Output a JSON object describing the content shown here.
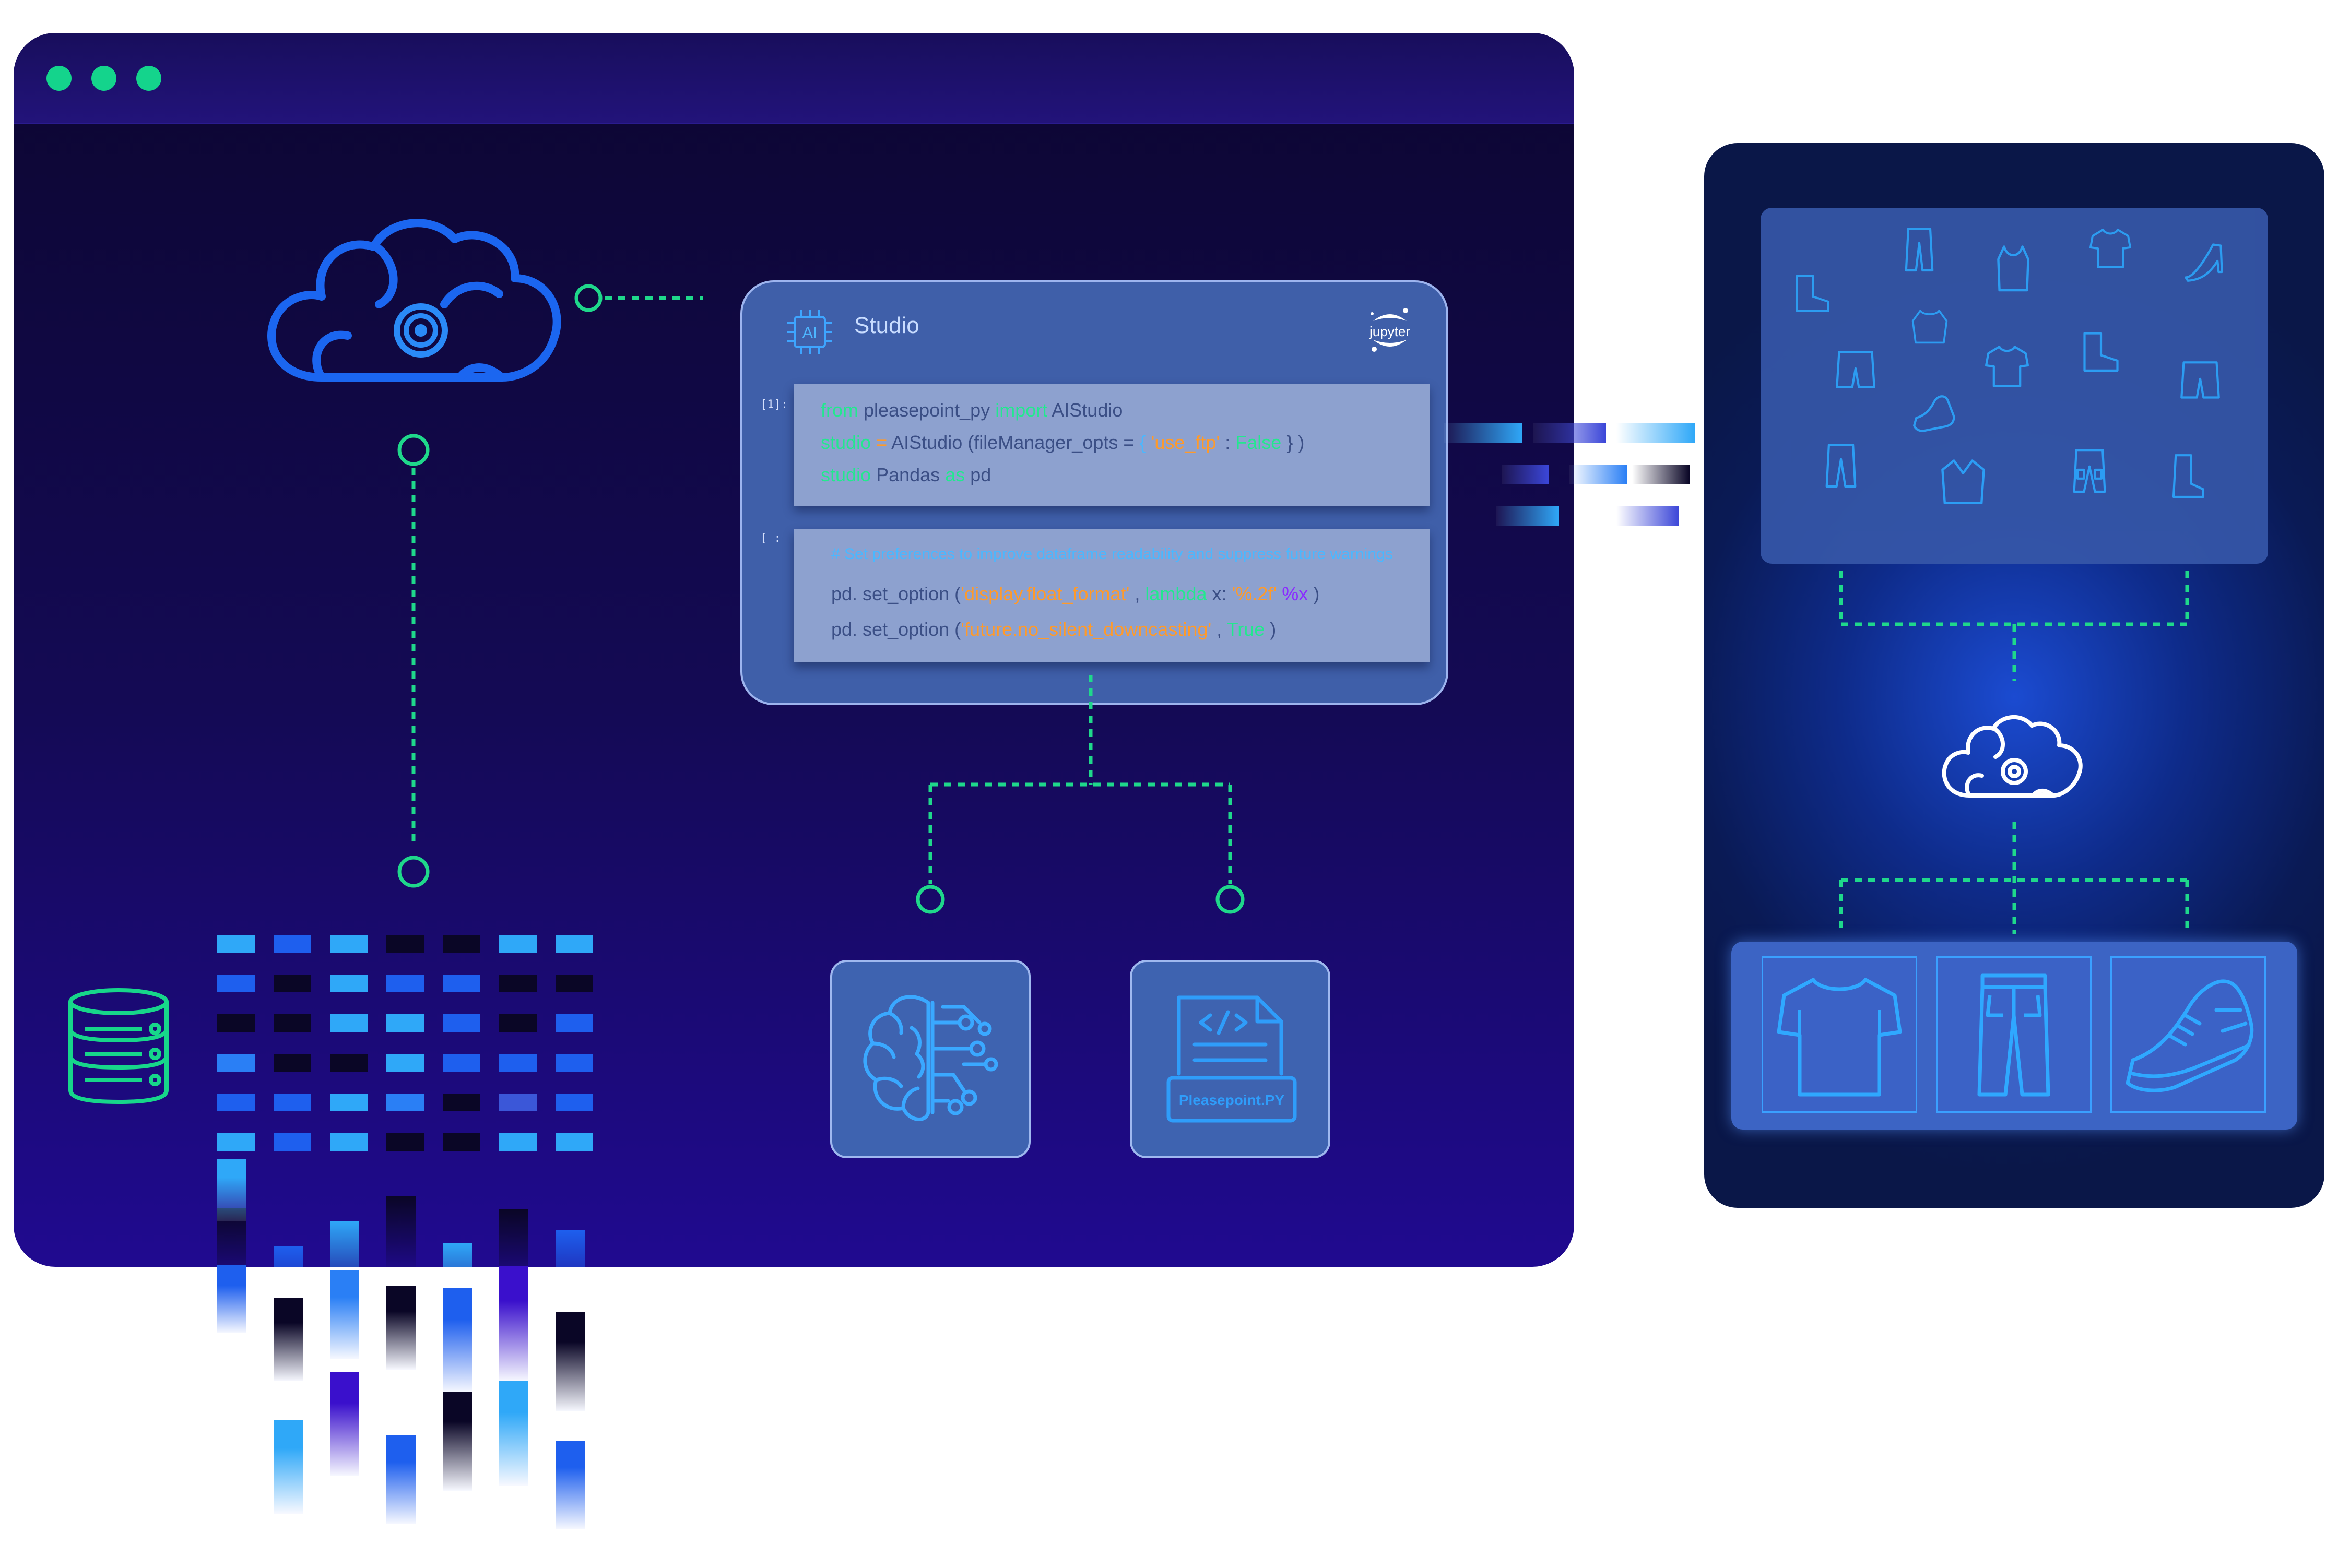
{
  "window": {
    "control_dot_color": "#14d48c",
    "accent_line_color": "#1fd88b"
  },
  "studio": {
    "chip_label": "AI",
    "title": "Studio",
    "jupyter_label": "jupyter",
    "cell1": {
      "prompt": "[1]:",
      "lines": [
        [
          {
            "t": "from ",
            "c": "kw"
          },
          {
            "t": "pleasepoint_py ",
            "c": ""
          },
          {
            "t": "import ",
            "c": "kw"
          },
          {
            "t": "AIStudio",
            "c": ""
          }
        ],
        [
          {
            "t": "studio",
            "c": "kw"
          },
          {
            "t": " = ",
            "c": "str"
          },
          {
            "t": "AIStudio (fileManager_opts = ",
            "c": ""
          },
          {
            "t": "{",
            "c": "cmt"
          },
          {
            "t": " 'use_ftp' ",
            "c": "str"
          },
          {
            "t": ": ",
            "c": ""
          },
          {
            "t": "False",
            "c": "kw"
          },
          {
            "t": " } )",
            "c": ""
          }
        ],
        [
          {
            "t": "studio",
            "c": "kw"
          },
          {
            "t": " Pandas ",
            "c": ""
          },
          {
            "t": "as",
            "c": "kw"
          },
          {
            "t": " pd",
            "c": ""
          }
        ]
      ]
    },
    "cell2": {
      "prompt": "[ :",
      "lines": [
        [
          {
            "t": "# Set preferences to improve dataframe readability and suppress future warnings",
            "c": "cmt"
          }
        ],
        [
          {
            "t": "pd. set_option (",
            "c": ""
          },
          {
            "t": "'display.float_format'",
            "c": "str"
          },
          {
            "t": " , ",
            "c": ""
          },
          {
            "t": "lambda",
            "c": "kw"
          },
          {
            "t": " x: ",
            "c": ""
          },
          {
            "t": "'%.2f'",
            "c": "str"
          },
          {
            "t": " %x",
            "c": "pct"
          },
          {
            "t": " )",
            "c": ""
          }
        ],
        [
          {
            "t": "pd. set_option (",
            "c": ""
          },
          {
            "t": "'future.no_silent_downcasting'",
            "c": "str"
          },
          {
            "t": " , ",
            "c": ""
          },
          {
            "t": "True",
            "c": "kw"
          },
          {
            "t": " )",
            "c": ""
          }
        ]
      ]
    }
  },
  "python_file_label": "Pleasepoint.PY",
  "icons": {
    "cloud": "cloud-brain-icon",
    "database": "database-icon",
    "brain": "ai-brain-icon",
    "python_file": "python-file-icon",
    "chip": "ai-chip-icon",
    "jupyter": "jupyter-logo-icon",
    "apparel": [
      "boots-icon",
      "pants-icon",
      "tank-top-icon",
      "tshirt-icon",
      "high-heel-icon",
      "sweater-icon",
      "shorts-icon",
      "tshirt-icon",
      "boots-icon",
      "sneaker-icon",
      "shorts-icon",
      "jeans-icon",
      "shirt-icon",
      "cargo-pants-icon",
      "long-boot-icon"
    ],
    "products": [
      "tshirt-icon",
      "jeans-icon",
      "sneaker-icon"
    ]
  }
}
